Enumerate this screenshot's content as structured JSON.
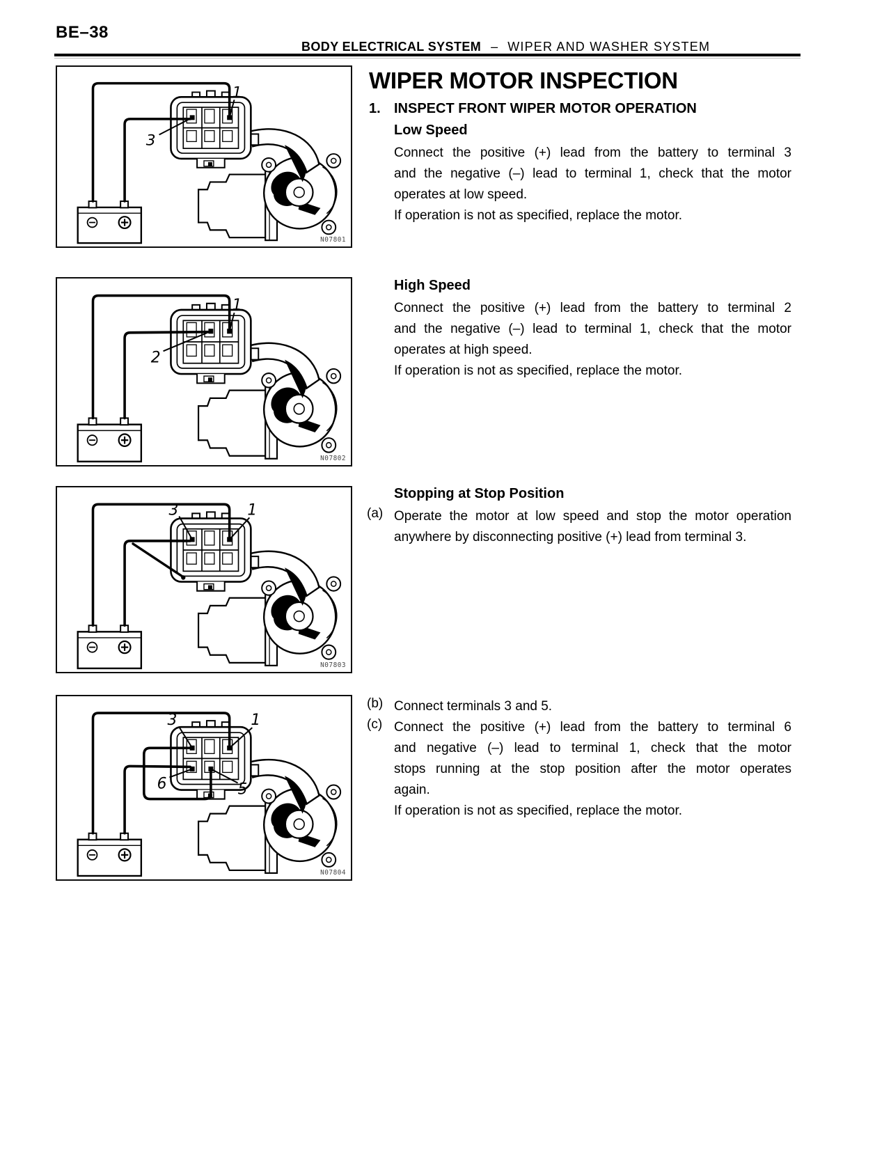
{
  "page": {
    "number": "BE–38",
    "header": {
      "section": "BODY ELECTRICAL SYSTEM",
      "separator": "–",
      "subsection": "WIPER AND WASHER SYSTEM"
    }
  },
  "content": {
    "title": "WIPER MOTOR INSPECTION",
    "step": {
      "number": "1.",
      "heading": "INSPECT FRONT WIPER MOTOR OPERATION"
    },
    "low_speed": {
      "heading": "Low Speed",
      "paragraphs": [
        {
          "lines": [
            "Connect the positive (+) lead from the battery to terminal 3",
            "and the negative (–) lead to terminal 1, check that the motor",
            "operates at low speed."
          ]
        },
        {
          "lines": [
            "If operation is not as specified, replace the motor."
          ]
        }
      ]
    },
    "high_speed": {
      "heading": "High Speed",
      "paragraphs": [
        {
          "lines": [
            "Connect the positive (+) lead from the battery to terminal 2",
            "and the negative (–) lead to terminal 1, check that the motor",
            "operates at high speed."
          ]
        },
        {
          "lines": [
            "If operation is not as specified, replace the motor."
          ]
        }
      ]
    },
    "stop_position": {
      "heading": "Stopping at Stop Position",
      "items": [
        {
          "label": "(a)",
          "paragraphs": [
            {
              "lines": [
                "Operate the motor at low speed and stop the motor operation",
                "anywhere by disconnecting positive (+) lead from terminal 3."
              ]
            }
          ]
        }
      ]
    },
    "steps_bc": [
      {
        "label": "(b)",
        "paragraphs": [
          {
            "lines": [
              "Connect terminals 3 and 5."
            ]
          }
        ]
      },
      {
        "label": "(c)",
        "paragraphs": [
          {
            "lines": [
              "Connect the positive (+) lead from the battery to terminal 6",
              "and negative (–) lead to terminal 1, check that the motor",
              "stops running at the stop position after the motor operates",
              "again."
            ]
          },
          {
            "lines": [
              "If operation is not as specified, replace the motor."
            ]
          }
        ]
      }
    ]
  },
  "figures": [
    {
      "code": "N07801",
      "title": "low-speed-test",
      "callouts": [
        {
          "text": "3",
          "terminal": "t3"
        },
        {
          "text": "1",
          "terminal": "t1"
        }
      ],
      "positive_lead": "t3",
      "negative_lead": "t1",
      "jumper": null,
      "disconnected_lead": false
    },
    {
      "code": "N07802",
      "title": "high-speed-test",
      "callouts": [
        {
          "text": "2",
          "terminal": "t2"
        },
        {
          "text": "1",
          "terminal": "t1"
        }
      ],
      "positive_lead": "t2",
      "negative_lead": "t1",
      "jumper": null,
      "disconnected_lead": false
    },
    {
      "code": "N07803",
      "title": "stop-position-test-a",
      "callouts": [
        {
          "text": "3",
          "terminal": "t3"
        },
        {
          "text": "1",
          "terminal": "t1"
        }
      ],
      "positive_lead": "t3",
      "negative_lead": "t1",
      "jumper": null,
      "disconnected_lead": true
    },
    {
      "code": "N07804",
      "title": "stop-position-test-bc",
      "callouts": [
        {
          "text": "3",
          "terminal": "t3"
        },
        {
          "text": "1",
          "terminal": "t1"
        },
        {
          "text": "6",
          "terminal": "t6"
        },
        {
          "text": "5",
          "terminal": "t5"
        }
      ],
      "positive_lead": "t6",
      "negative_lead": "t1",
      "jumper": [
        "t3",
        "t5"
      ],
      "disconnected_lead": false
    }
  ]
}
